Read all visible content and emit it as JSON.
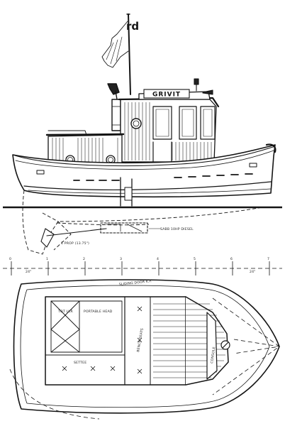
{
  "corner_mark": "rd",
  "boat_name": "GRIVIT",
  "profile": {
    "ballast_note": "SABB 10HP DIESEL",
    "prop_note": "1 PROP (13.75\")"
  },
  "dimensions": {
    "left_spacing": "24\"",
    "right_spacing": "24\""
  },
  "plan": {
    "sliding_door": "SLIDING DOOR K.F.",
    "toilet": "TOT LKR",
    "portable_head": "PORTABLE HEAD",
    "settee": "SETTEE",
    "bench": "BENCH SEATS",
    "console": "CONSOLE"
  },
  "colors": {
    "ink": "#141414",
    "paper": "#ffffff"
  }
}
